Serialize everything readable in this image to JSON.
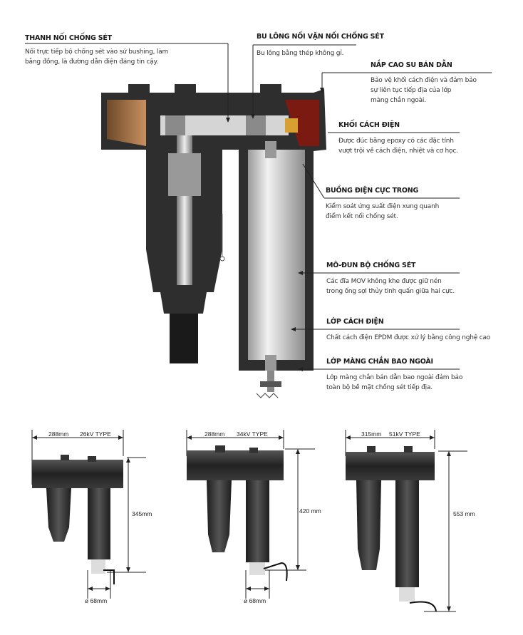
{
  "callouts": [
    {
      "title": "THANH NỐI CHỐNG SÉT",
      "desc": [
        "Nối trực tiếp bộ chống sét vào sứ bushing, làm",
        "bằng đồng, là đường dẫn điện đáng tin cậy."
      ]
    },
    {
      "title": "BU LÔNG NỐI VẶN NỐI CHỐNG SÉT",
      "desc": [
        "Bu lông bằng thép không gỉ."
      ]
    },
    {
      "title": "NẮP CAO SU BÁN DẪN",
      "desc": [
        "Bảo vệ khối cách điện và đảm bảo",
        "sự liên tục tiếp địa của lớp",
        "màng chắn ngoài."
      ]
    },
    {
      "title": "KHỐI CÁCH ĐIỆN",
      "desc": [
        "Được đúc bằng epoxy có các đặc tính",
        "vượt trội về cách điện, nhiệt và cơ học."
      ]
    },
    {
      "title": "BUỒNG ĐIỆN CỰC TRONG",
      "desc": [
        "Kiểm soát ứng suất điện xung quanh",
        "điểm kết nối chống sét."
      ]
    },
    {
      "title": "MÔ-ĐUN BỘ CHỐNG SÉT",
      "desc": [
        "Các đĩa MOV không khe được giữ nén",
        "trong ống sợi thủy tinh quấn giữa hai cực."
      ]
    },
    {
      "title": "LỚP CÁCH ĐIỆN",
      "desc": [
        "Chất cách điện EPDM được xử lý bằng công nghệ cao"
      ]
    },
    {
      "title": "LỚP MÀNG CHẮN BAO NGOÀI",
      "desc": [
        "Lớp màng chắn bán dẫn bao ngoài đảm bảo",
        "toàn bộ bề mặt chống sét tiếp địa."
      ]
    }
  ],
  "models": [
    {
      "width": "288mm",
      "type": "26kV TYPE",
      "height": "345mm",
      "diameter": "ø 68mm"
    },
    {
      "width": "288mm",
      "type": "34kV TYPE",
      "height": "420 mm",
      "diameter": "ø 68mm"
    },
    {
      "width": "315mm",
      "type": "51kV TYPE",
      "height": "553 mm"
    }
  ],
  "colors": {
    "body": "#2b2b2b",
    "epoxy": "#a8764a",
    "cap_red": "#7a1a10",
    "module": "#d8d8d8"
  }
}
